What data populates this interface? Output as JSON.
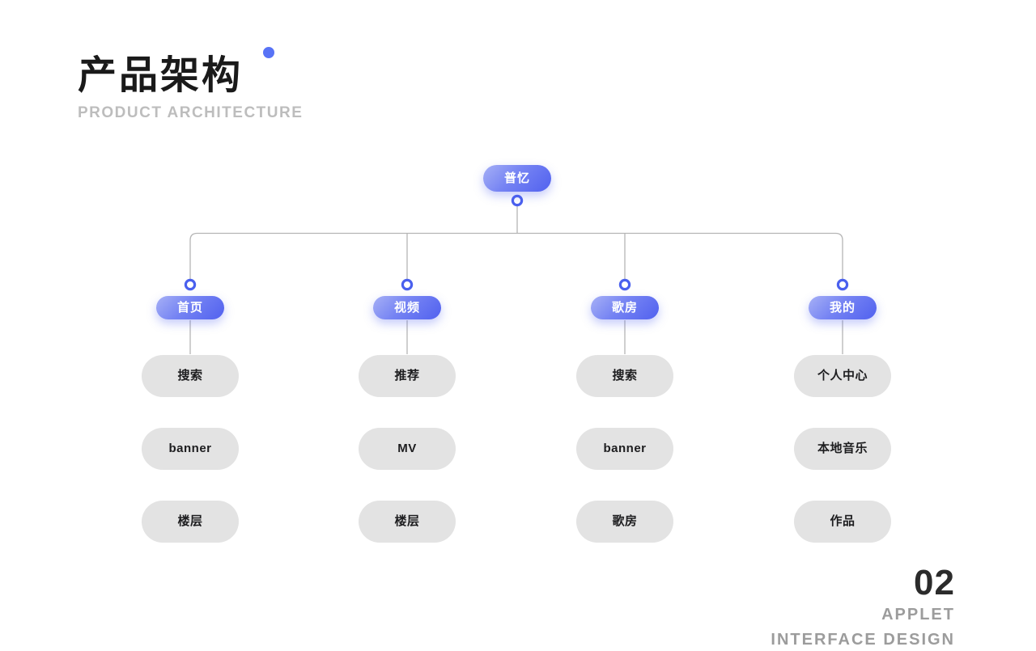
{
  "header": {
    "title": "产品架构",
    "subtitle": "PRODUCT ARCHITECTURE"
  },
  "icons": {
    "diamond_icon": "blue-rounded-diamond"
  },
  "colors": {
    "accent_blue": "#5161ef",
    "accent_blue_light": "#a6b0f6",
    "diamond_blue": "#5873f6",
    "pill_gray": "#e3e3e3",
    "connector_gray": "#b5b5b5",
    "node_circle_stroke": "#4a60ee",
    "title_dark": "#1a1a1a",
    "subtitle_gray": "#bdbdbd",
    "footer_gray": "#9c9c9c"
  },
  "tree": {
    "root": "普忆",
    "columns": [
      {
        "parent": "首页",
        "children": [
          "搜索",
          "banner",
          "楼层"
        ]
      },
      {
        "parent": "视频",
        "children": [
          "推荐",
          "MV",
          "楼层"
        ]
      },
      {
        "parent": "歌房",
        "children": [
          "搜索",
          "banner",
          "歌房"
        ]
      },
      {
        "parent": "我的",
        "children": [
          "个人中心",
          "本地音乐",
          "作品"
        ]
      }
    ]
  },
  "footer": {
    "page_number": "02",
    "line1": "APPLET",
    "line2": "INTERFACE DESIGN"
  }
}
